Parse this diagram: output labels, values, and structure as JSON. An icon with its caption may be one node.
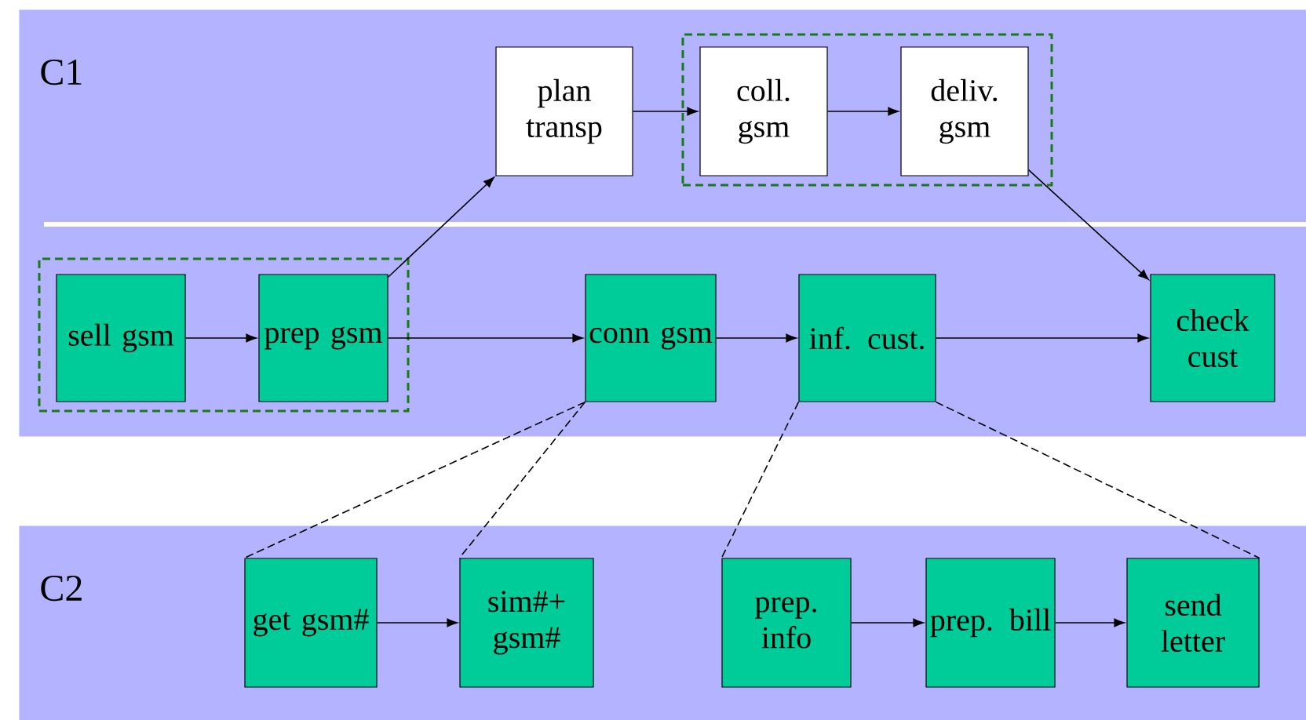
{
  "diagram": {
    "nodes": [
      {
        "text": [
          "C1"
        ]
      },
      {
        "text": [],
        "shape": "box",
        "in": 0
      },
      {
        "text": [
          "plan transp"
        ],
        "in": 0
      },
      {
        "text": [
          "coll. gsm"
        ],
        "in": 1
      },
      {
        "text": [
          "deliv. gsm"
        ],
        "in": 1
      },
      {
        "text": [],
        "shape": "box",
        "in": 0
      },
      {
        "text": [
          "sell gsm"
        ],
        "in": 5
      },
      {
        "text": [
          "prep gsm"
        ],
        "in": 5
      },
      {
        "text": [
          "conn gsm"
        ],
        "in": 0
      },
      {
        "text": [
          "inf. cust."
        ],
        "in": 0
      },
      {
        "text": [
          "check cust"
        ],
        "in": 0
      },
      {
        "text": [
          "C2"
        ]
      },
      {
        "text": [
          "get gsm#"
        ],
        "in": 11
      },
      {
        "text": [
          "sim#+ gsm#"
        ],
        "in": 11
      },
      {
        "text": [
          "prep. info"
        ],
        "in": 11
      },
      {
        "text": [
          "prep. bill"
        ],
        "in": 11
      },
      {
        "text": [
          "send letter"
        ],
        "in": 11
      }
    ],
    "edges": [
      {
        "from": 6,
        "to": 7,
        "arrow": "to"
      },
      {
        "from": 7,
        "to": 2,
        "arrow": "to"
      },
      {
        "from": 2,
        "to": 3,
        "arrow": "to"
      },
      {
        "from": 3,
        "to": 4,
        "arrow": "to"
      },
      {
        "from": 4,
        "to": 10,
        "arrow": "to"
      },
      {
        "from": 7,
        "to": 8,
        "arrow": "to"
      },
      {
        "from": 8,
        "to": 9,
        "arrow": "to"
      },
      {
        "from": 9,
        "to": 10,
        "arrow": "to"
      },
      {
        "from": 12,
        "to": 13,
        "arrow": "to"
      },
      {
        "from": 14,
        "to": 15,
        "arrow": "to"
      },
      {
        "from": 15,
        "to": 16,
        "arrow": "to"
      },
      {
        "from": 8,
        "to": 12,
        "arrow": "none",
        "style": "dashed"
      },
      {
        "from": 8,
        "to": 13,
        "arrow": "none",
        "style": "dashed"
      },
      {
        "from": 9,
        "to": 14,
        "arrow": "none",
        "style": "dashed"
      },
      {
        "from": 9,
        "to": 16,
        "arrow": "none",
        "style": "dashed"
      }
    ]
  }
}
